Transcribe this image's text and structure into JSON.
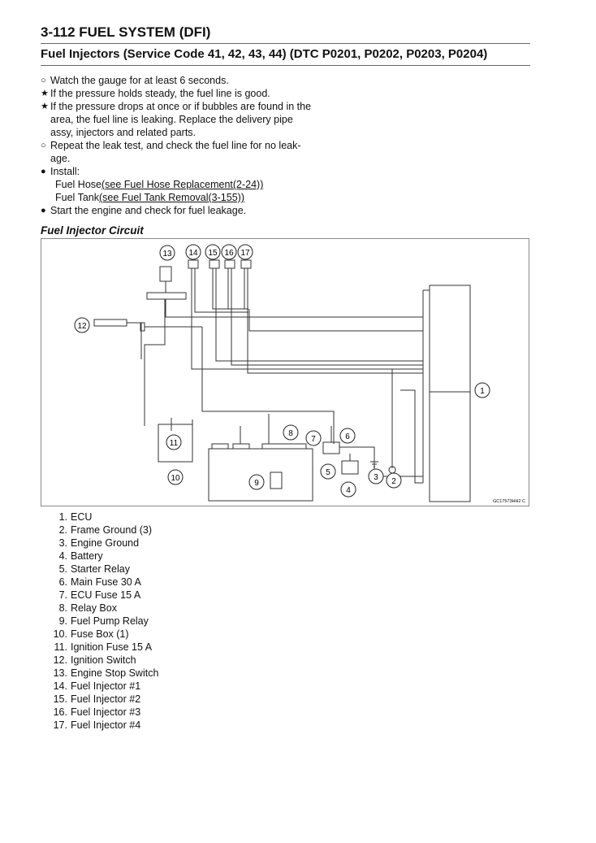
{
  "header": {
    "title": "3-112 FUEL SYSTEM (DFI)",
    "section": "Fuel Injectors (Service Code 41, 42, 43, 44) (DTC P0201, P0202, P0203, P0204)"
  },
  "body": {
    "l1": "Watch the gauge for at least 6 seconds.",
    "l2": "If the pressure holds steady, the fuel line is good.",
    "l3": "If the pressure drops at once or if bubbles are found in the",
    "l3b": "area, the fuel line is leaking.  Replace the delivery pipe",
    "l3c": "assy, injectors and related parts.",
    "l4": "Repeat the leak test, and check the fuel line for no leak-",
    "l4b": "age.",
    "l5": "Install:",
    "l6a": "Fuel Hose ",
    "l6b": "(see Fuel Hose Replacement(2-24))",
    "l7a": "Fuel Tank ",
    "l7b": "(see Fuel Tank Removal(3-155))",
    "l8": "Start the engine and check for fuel leakage."
  },
  "markers": {
    "circle": "○",
    "star": "★",
    "bullet": "●"
  },
  "figure": {
    "title": "Fuel Injector Circuit",
    "code": "GC17573HH2 C",
    "callouts": [
      "1",
      "2",
      "3",
      "4",
      "5",
      "6",
      "7",
      "8",
      "9",
      "10",
      "11",
      "12",
      "13",
      "14",
      "15",
      "16",
      "17"
    ]
  },
  "legend": [
    {
      "num": "1.",
      "text": "ECU"
    },
    {
      "num": "2.",
      "text": "Frame Ground (3)"
    },
    {
      "num": "3.",
      "text": "Engine Ground"
    },
    {
      "num": "4.",
      "text": "Battery"
    },
    {
      "num": "5.",
      "text": "Starter Relay"
    },
    {
      "num": "6.",
      "text": "Main Fuse 30 A"
    },
    {
      "num": "7.",
      "text": "ECU Fuse 15 A"
    },
    {
      "num": "8.",
      "text": "Relay Box"
    },
    {
      "num": "9.",
      "text": "Fuel Pump Relay"
    },
    {
      "num": "10.",
      "text": "Fuse Box (1)"
    },
    {
      "num": "11.",
      "text": "Ignition Fuse 15 A"
    },
    {
      "num": "12.",
      "text": "Ignition Switch"
    },
    {
      "num": "13.",
      "text": "Engine Stop Switch"
    },
    {
      "num": "14.",
      "text": "Fuel Injector #1"
    },
    {
      "num": "15.",
      "text": "Fuel Injector #2"
    },
    {
      "num": "16.",
      "text": "Fuel Injector #3"
    },
    {
      "num": "17.",
      "text": "Fuel Injector #4"
    }
  ]
}
